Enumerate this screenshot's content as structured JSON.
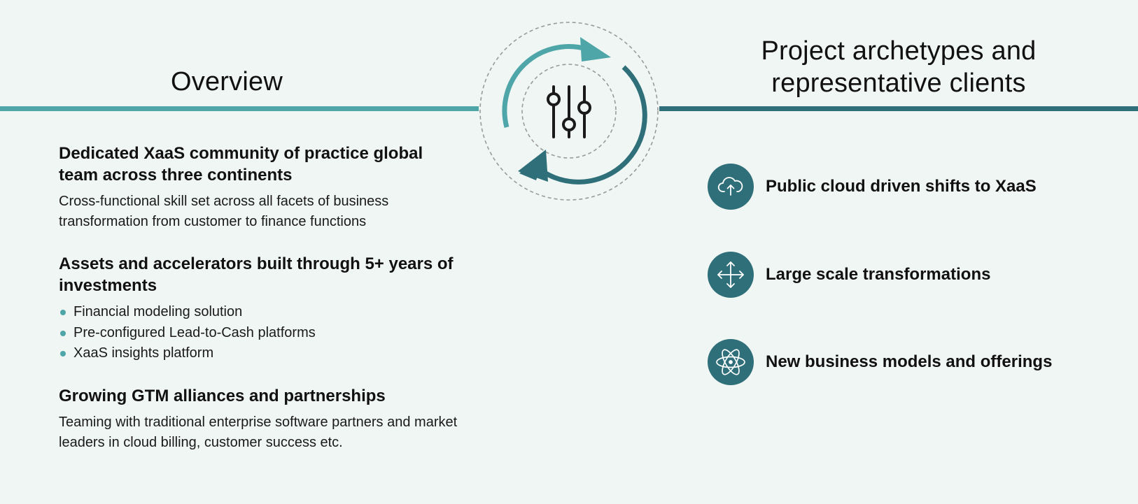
{
  "headings": {
    "overview": "Overview",
    "archetypes": "Project archetypes and\nrepresentative clients"
  },
  "colors": {
    "background": "#f0f6f4",
    "teal_light": "#4fa6a8",
    "teal_dark": "#2f6f79",
    "text": "#111111"
  },
  "overview": {
    "blocks": [
      {
        "title": "Dedicated XaaS community of practice global team across three continents",
        "description": "Cross-functional skill set across all facets of business transformation from customer to finance functions"
      },
      {
        "title": "Assets and accelerators built through 5+ years of investments",
        "bullets": [
          "Financial modeling solution",
          "Pre-configured Lead-to-Cash platforms",
          "XaaS insights platform"
        ]
      },
      {
        "title": "Growing GTM alliances and partnerships",
        "description": "Teaming with traditional enterprise software partners and market leaders in cloud billing, customer success etc."
      }
    ]
  },
  "archetypes": {
    "items": [
      {
        "label": "Public cloud driven shifts to XaaS",
        "icon": "cloud-upload-icon"
      },
      {
        "label": "Large scale transformations",
        "icon": "move-arrows-icon"
      },
      {
        "label": "New business models and offerings",
        "icon": "atom-icon"
      }
    ]
  },
  "center_icon": "sliders-cycle-icon"
}
